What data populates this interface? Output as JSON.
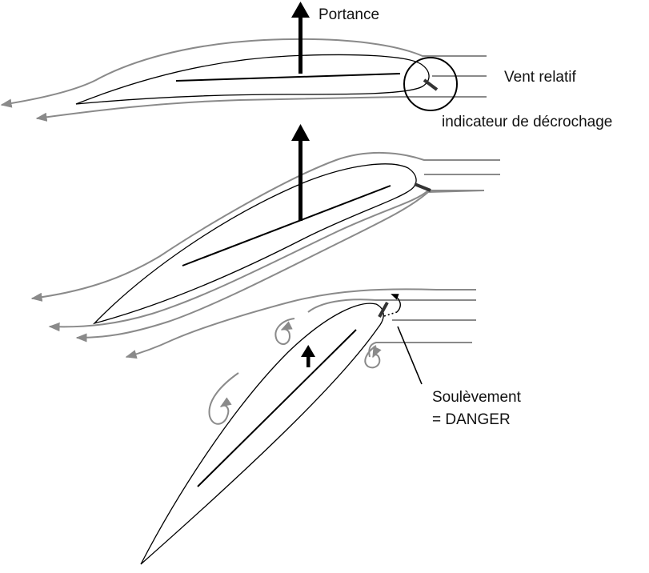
{
  "labels": {
    "lift": "Portance",
    "relative_wind": "Vent relatif",
    "stall_indicator": "indicateur de décrochage",
    "lift_off_line1": "Soulèvement",
    "lift_off_line2": "= DANGER"
  },
  "colors": {
    "streamline": "#8a8a8a",
    "airfoil": "#000000",
    "arrow": "#000000",
    "indicator": "#333333",
    "background": "#ffffff"
  },
  "panels": [
    {
      "angle_of_attack": "low",
      "lift_arrow": "large",
      "flow": "attached"
    },
    {
      "angle_of_attack": "medium",
      "lift_arrow": "large",
      "flow": "attached"
    },
    {
      "angle_of_attack": "high",
      "lift_arrow": "small",
      "flow": "separated"
    }
  ]
}
